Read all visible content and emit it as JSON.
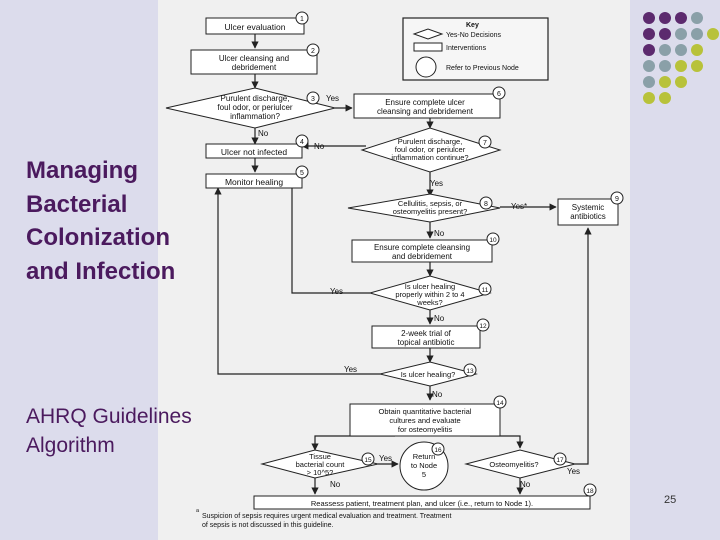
{
  "slide": {
    "title_lines": [
      "Managing",
      "Bacterial",
      "Colonization",
      "and Infection"
    ],
    "subtitle_lines": [
      "AHRQ Guidelines",
      "Algorithm"
    ],
    "page_number": "25"
  },
  "key": {
    "title": "Key",
    "decisions": "Yes-No Decisions",
    "interventions": "Interventions",
    "refer": "Refer to Previous Node"
  },
  "nodes": {
    "n1": {
      "num": "1",
      "lines": [
        "Ulcer evaluation"
      ]
    },
    "n2": {
      "num": "2",
      "lines": [
        "Ulcer cleansing and",
        "debridement"
      ]
    },
    "n3": {
      "num": "3",
      "lines": [
        "Purulent discharge,",
        "foul odor, or periulcer",
        "inflammation?"
      ]
    },
    "n4": {
      "num": "4",
      "lines": [
        "Ulcer not infected"
      ]
    },
    "n5": {
      "num": "5",
      "lines": [
        "Monitor healing"
      ]
    },
    "n6": {
      "num": "6",
      "lines": [
        "Ensure complete ulcer",
        "cleansing and debridement"
      ]
    },
    "n7": {
      "num": "7",
      "lines": [
        "Purulent discharge,",
        "foul odor, or periulcer",
        "inflammation continue?"
      ]
    },
    "n8": {
      "num": "8",
      "lines": [
        "Cellulitis, sepsis, or",
        "osteomyelitis present?"
      ]
    },
    "n9": {
      "num": "9",
      "lines": [
        "Systemic",
        "antibiotics"
      ]
    },
    "n10": {
      "num": "10",
      "lines": [
        "Ensure complete cleansing",
        "and debridement"
      ]
    },
    "n11": {
      "num": "11",
      "lines": [
        "Is ulcer healing",
        "properly within 2 to 4",
        "weeks?"
      ]
    },
    "n12": {
      "num": "12",
      "lines": [
        "2-week trial of",
        "topical antibiotic"
      ]
    },
    "n13": {
      "num": "13",
      "lines": [
        "Is ulcer healing?"
      ]
    },
    "n14": {
      "num": "14",
      "lines": [
        "Obtain quantitative bacterial",
        "cultures and evaluate",
        "for osteomyelitis"
      ]
    },
    "n15": {
      "num": "15",
      "lines": [
        "Tissue",
        "bacterial count",
        "> 10^5?"
      ]
    },
    "n16": {
      "num": "16",
      "lines": [
        "Return",
        "to Node",
        "5"
      ]
    },
    "n17": {
      "num": "17",
      "lines": [
        "Osteomyelitis?"
      ]
    },
    "n18": {
      "num": "18",
      "lines": [
        "Reassess patient, treatment plan, and ulcer (i.e., return to Node 1)."
      ]
    }
  },
  "edge_labels": {
    "yes": "Yes",
    "no": "No",
    "yes_star": "Yes*"
  },
  "footnote": {
    "mark": "a",
    "lines": [
      "Suspicion of sepsis requires urgent medical evaluation and treatment. Treatment",
      "of sepsis is not discussed in this guideline."
    ]
  }
}
